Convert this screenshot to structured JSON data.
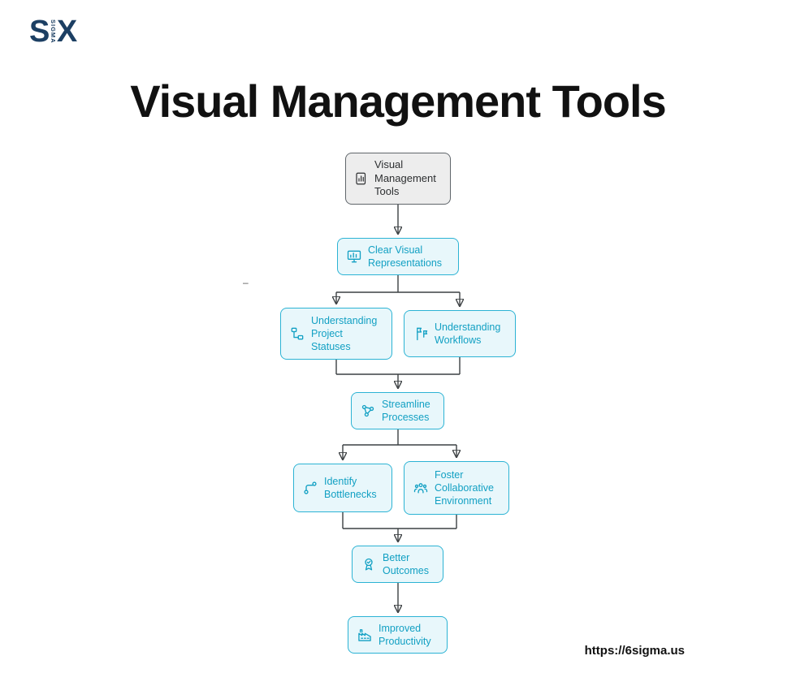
{
  "logo": {
    "s": "S",
    "sigma": "SIGMA",
    "x": "X"
  },
  "title": "Visual Management Tools",
  "artifacts": {
    "dash": "–"
  },
  "flowchart": {
    "nodes": [
      {
        "label": "Visual Management Tools",
        "icon": "bar-chart-board"
      },
      {
        "label": "Clear Visual Representations",
        "icon": "monitor-chart"
      },
      {
        "label": "Understanding Project Statuses",
        "icon": "flow-blocks"
      },
      {
        "label": "Understanding Workflows",
        "icon": "flags"
      },
      {
        "label": "Streamline Processes",
        "icon": "network-nodes"
      },
      {
        "label": "Identify Bottlenecks",
        "icon": "branch-path"
      },
      {
        "label": "Foster Collaborative Environment",
        "icon": "people-group"
      },
      {
        "label": "Better Outcomes",
        "icon": "award-medal"
      },
      {
        "label": "Improved Productivity",
        "icon": "factory"
      }
    ]
  },
  "footer": {
    "url": "https://6sigma.us"
  },
  "colors": {
    "accent": "#12a0c3",
    "node_fill": "#e8f7fb",
    "node_border": "#2cb3d4",
    "root_fill": "#ededed",
    "root_border": "#60666b",
    "arrow": "#3c4043",
    "text_dark": "#111111",
    "logo_navy": "#1c3f63"
  }
}
